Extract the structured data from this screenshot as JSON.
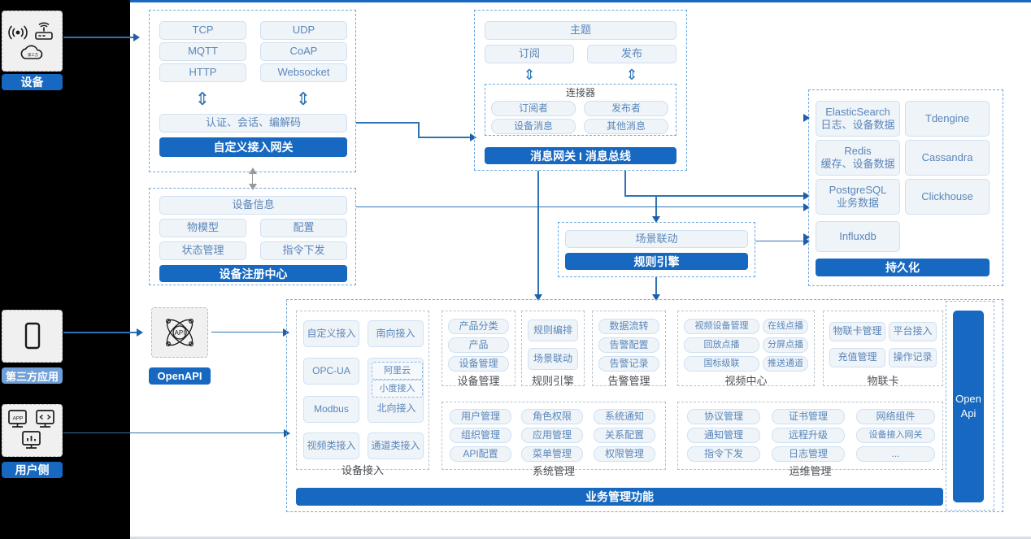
{
  "title": "IoT Platform Architecture Diagram",
  "colors": {
    "accent": "#1668c0",
    "pill_text": "#5b86b8",
    "line": "#2e74b5",
    "rail": "#000000"
  },
  "left_rail": {
    "nodes": [
      {
        "name": "device",
        "label": "设备",
        "label_style": "solid",
        "icons": [
          "wifi-signal-icon",
          "router-icon",
          "cloud-icon"
        ]
      },
      {
        "name": "third-party-app",
        "label": "第三方应用",
        "label_style": "light",
        "icons": [
          "mobile-phone-icon"
        ]
      },
      {
        "name": "user-side",
        "label": "用户侧",
        "label_style": "solid",
        "icons": [
          "app-monitor-icon",
          "code-monitor-icon",
          "chart-monitor-icon"
        ]
      }
    ]
  },
  "access_gateway": {
    "protocols": [
      "TCP",
      "UDP",
      "MQTT",
      "CoAP",
      "HTTP",
      "Websocket"
    ],
    "middle": "认证、会话、编解码",
    "footer": "自定义接入网关"
  },
  "message_gateway": {
    "topic": "主题",
    "pubsub": [
      "订阅",
      "发布"
    ],
    "connector_title": "连接器",
    "connector_items": [
      "订阅者",
      "发布者",
      "设备消息",
      "其他消息"
    ],
    "footer": "消息网关 I 消息总线"
  },
  "device_registry": {
    "header": "设备信息",
    "items": [
      "物模型",
      "配置",
      "状态管理",
      "指令下发"
    ],
    "footer": "设备注册中心"
  },
  "rule_engine": {
    "item": "场景联动",
    "footer": "规则引擎"
  },
  "persistence": {
    "items": [
      {
        "name": "ElasticSearch",
        "desc": "日志、设备数据"
      },
      {
        "name": "Tdengine",
        "desc": ""
      },
      {
        "name": "Redis",
        "desc": "缓存、设备数据"
      },
      {
        "name": "Cassandra",
        "desc": ""
      },
      {
        "name": "PostgreSQL",
        "desc": "业务数据"
      },
      {
        "name": "Clickhouse",
        "desc": ""
      },
      {
        "name": "Influxdb",
        "desc": ""
      }
    ],
    "footer": "持久化"
  },
  "openapi": {
    "icon": "api-atom-icon",
    "label": "OpenAPI"
  },
  "openapi_bar": {
    "line1": "Open",
    "line2": "Api"
  },
  "business": {
    "footer": "业务管理功能",
    "groups_top": [
      {
        "caption": "设备接入",
        "layout": "access",
        "left": [
          "自定义接入",
          "OPC-UA",
          "Modbus",
          "视频类接入"
        ],
        "right_top": "南向接入",
        "right_mid_sub": [
          "阿里云",
          "小度接入"
        ],
        "right_mid_label": "北向接入",
        "right_bottom": "通道类接入"
      },
      {
        "caption": "设备管理",
        "items": [
          "产品分类",
          "产品",
          "设备管理"
        ],
        "cols": 1
      },
      {
        "caption": "规则引擎",
        "items": [
          "规则编排",
          "场景联动"
        ],
        "cols": 1
      },
      {
        "caption": "告警管理",
        "items": [
          "数据流转",
          "告警配置",
          "告警记录"
        ],
        "cols": 1
      },
      {
        "caption": "视频中心",
        "items": [
          "视频设备管理",
          "在线点播",
          "回放点播",
          "分屏点播",
          "国标级联",
          "推送通道"
        ],
        "cols": 2
      },
      {
        "caption": "物联卡",
        "items": [
          "物联卡管理",
          "平台接入",
          "充值管理",
          "操作记录"
        ],
        "cols": 2
      }
    ],
    "groups_bottom": [
      {
        "caption": "系统管理",
        "items": [
          "用户管理",
          "角色权限",
          "系统通知",
          "组织管理",
          "应用管理",
          "关系配置",
          "API配置",
          "菜单管理",
          "权限管理"
        ],
        "cols": 3
      },
      {
        "caption": "运维管理",
        "items": [
          "协议管理",
          "证书管理",
          "网络组件",
          "通知管理",
          "远程升级",
          "设备接入网关",
          "指令下发",
          "日志管理",
          "..."
        ],
        "cols": 3
      }
    ]
  }
}
